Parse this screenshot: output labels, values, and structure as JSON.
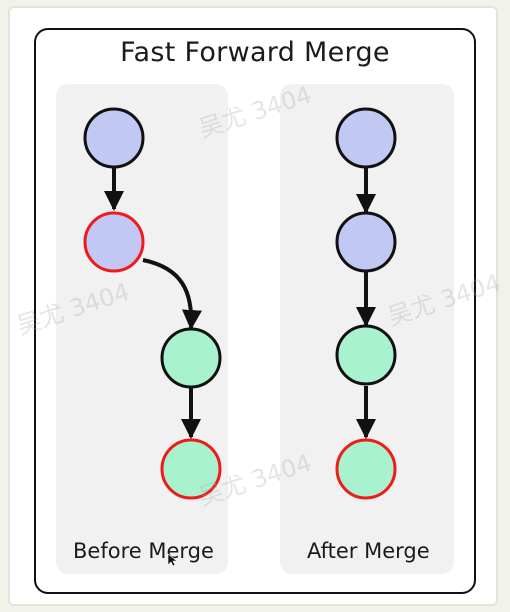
{
  "diagram": {
    "title": "Fast Forward Merge",
    "before_label": "Before Merge",
    "after_label": "After Merge",
    "watermark": "吴尤 3404",
    "colors": {
      "blue_fill": "#c2c8f4",
      "green_fill": "#a9f2cf",
      "normal_stroke": "#111111",
      "highlight_stroke": "#ef1b1b",
      "arrow": "#111111",
      "panel_bg": "#f1f1f1"
    }
  }
}
